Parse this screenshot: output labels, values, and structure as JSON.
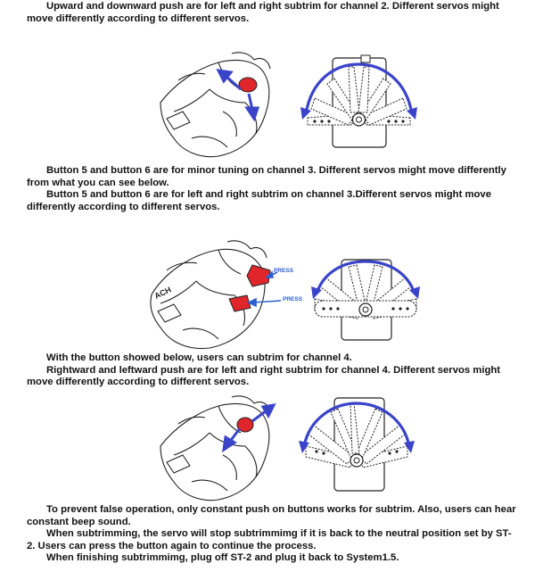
{
  "sections": [
    {
      "paragraphs": [
        "Upward and downward push are for left and right subtrim for channel 2. Different servos might move differently according to different servos."
      ]
    },
    {
      "paragraphs": [
        "Button 5 and button 6 are for minor tuning on channel 3. Different servos might move differently from what you can see below.",
        "Button 5 and button 6 are for left and right subtrim on channel 3.Different servos might move differently according to different servos."
      ]
    },
    {
      "paragraphs": [
        "With the button showed below, users can subtrim for channel 4.",
        "Rightward and leftward push are for left and right subtrim for channel 4. Different servos might move differently according to different servos."
      ]
    },
    {
      "paragraphs": [
        "To prevent false operation, only constant push on buttons works for subtrim. Also, users can hear constant beep sound.",
        "When subtrimming, the servo will stop subtrimmimg if it is back to the neutral position set by ST-2. Users can press the button again to continue the process.",
        "When finishing subtrimmimg, plug off ST-2 and plug it back to System1.5."
      ]
    }
  ],
  "figures": {
    "press_label_upper": "PRESS",
    "press_label_lower": "PRESS"
  },
  "colors": {
    "accent_red": "#e0262b",
    "arrow_blue": "#3a44c8",
    "press_blue": "#2b5fd0",
    "outline": "#222222"
  }
}
